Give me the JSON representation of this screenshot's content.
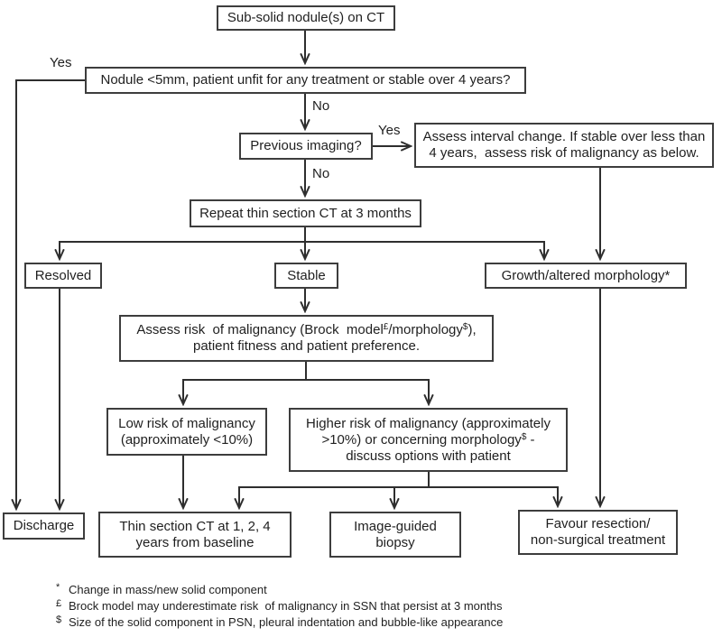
{
  "nodes": {
    "top": {
      "label": "Sub-solid nodule(s) on CT"
    },
    "q_small": {
      "label": "Nodule <5mm, patient unfit for any treatment or stable over 4 years?"
    },
    "previous_imaging": {
      "label": "Previous imaging?"
    },
    "assess_interval": {
      "line1": "Assess interval change. If stable over less than",
      "line2": "4 years,  assess risk of malignancy as below."
    },
    "repeat_ct": {
      "label": "Repeat thin section CT at 3 months"
    },
    "resolved": {
      "label": "Resolved"
    },
    "stable": {
      "label": "Stable"
    },
    "growth": {
      "label": "Growth/altered morphology*"
    },
    "assess_risk": {
      "l1p1": "Assess risk  of malignancy (Brock  model",
      "l1sup1": "£",
      "l1p2": "/morphology",
      "l1sup2": "$",
      "l1p3": "),",
      "line2": "patient fitness and patient preference."
    },
    "low_risk": {
      "line1": "Low risk of malignancy",
      "line2": "(approximately <10%)"
    },
    "higher_risk": {
      "l1": "Higher risk of malignancy (approximately",
      "l2p1": ">10%) or concerning morphology",
      "l2sup": "$",
      "l2p2": " -",
      "l3": "discuss options with patient"
    },
    "discharge": {
      "label": "Discharge"
    },
    "ct_follow_up": {
      "line1": "Thin section CT at 1, 2, 4",
      "line2": "years from baseline"
    },
    "biopsy": {
      "line1": "Image-guided",
      "line2": "biopsy"
    },
    "favour_resection": {
      "line1": "Favour resection/",
      "line2": "non-surgical treatment"
    }
  },
  "edge_labels": {
    "yes_discharge": "Yes",
    "no_q_small": "No",
    "yes_previous": "Yes",
    "no_previous": "No"
  },
  "footnotes": [
    {
      "symbol": "*",
      "text": "Change in mass/new solid component"
    },
    {
      "symbol": "£",
      "text": "Brock model may underestimate risk  of malignancy in SSN that persist at 3 months"
    },
    {
      "symbol": "$",
      "text": "Size of the solid component in PSN, pleural indentation and bubble-like appearance"
    }
  ],
  "colors": {
    "line": "#2e2e2e",
    "border": "#3d3d3d",
    "text": "#1f1f1f",
    "background": "#ffffff"
  }
}
